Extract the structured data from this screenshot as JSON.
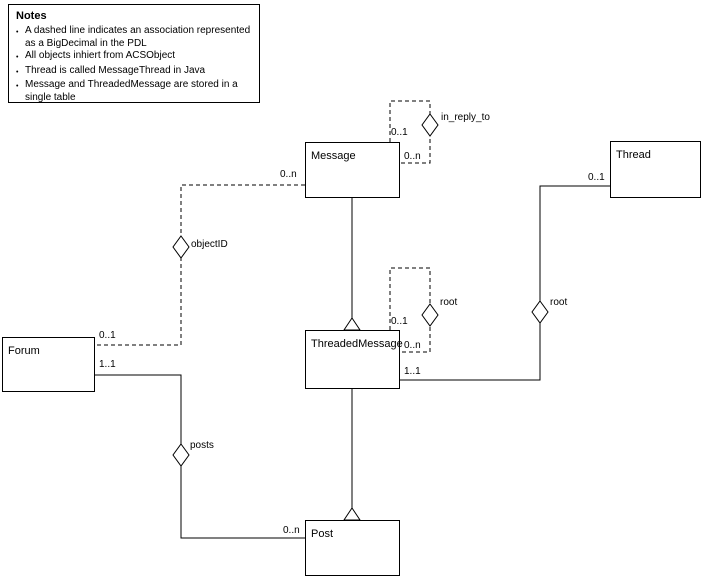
{
  "notes": {
    "title": "Notes",
    "bullet": "•",
    "items": [
      "A dashed line indicates an association represented as a BigDecimal in the PDL",
      "All objects inhiert from ACSObject",
      "Thread is called MessageThread in Java",
      "Message and ThreadedMessage are stored in a single table"
    ]
  },
  "entities": {
    "message": {
      "label": "Message"
    },
    "thread": {
      "label": "Thread"
    },
    "threaded_message": {
      "label": "ThreadedMessage"
    },
    "forum": {
      "label": "Forum"
    },
    "post": {
      "label": "Post"
    }
  },
  "associations": {
    "in_reply_to": {
      "label": "in_reply_to",
      "source_multiplicity": "0..1",
      "target_multiplicity": "0..n"
    },
    "object_id": {
      "label": "objectID",
      "forum_multiplicity": "0..1",
      "message_multiplicity": "0..n"
    },
    "root_self": {
      "label": "root",
      "source_multiplicity": "0..1",
      "target_multiplicity": "0..n"
    },
    "root_thread": {
      "label": "root",
      "thread_multiplicity": "0..1",
      "threaded_message_multiplicity": "1..1"
    },
    "posts": {
      "label": "posts",
      "forum_multiplicity": "1..1",
      "post_multiplicity": "0..n"
    }
  }
}
